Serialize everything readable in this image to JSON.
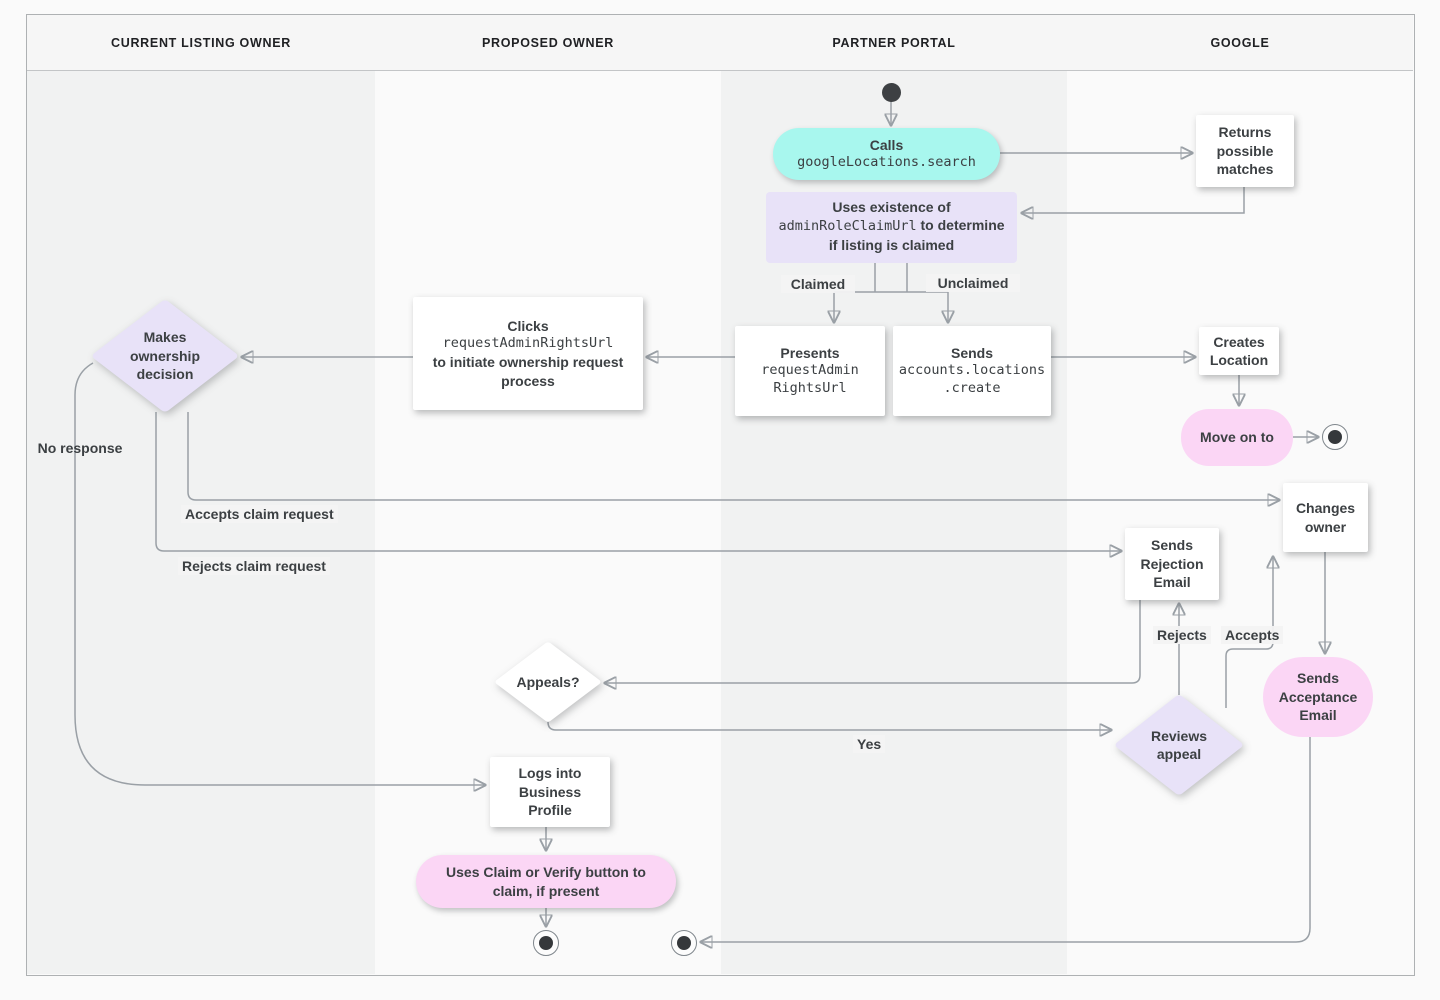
{
  "lanes": [
    {
      "label": "CURRENT LISTING OWNER"
    },
    {
      "label": "PROPOSED OWNER"
    },
    {
      "label": "PARTNER PORTAL"
    },
    {
      "label": "GOOGLE"
    }
  ],
  "nodes": {
    "calls": {
      "label": "Calls",
      "code": "googleLocations.search"
    },
    "returns": {
      "label": "Returns possible matches"
    },
    "uses": {
      "prefix": "Uses existence of",
      "code": "adminRoleClaimUrl",
      "suffix": "to determine if listing is claimed"
    },
    "presents": {
      "label": "Presents",
      "code_lines": [
        "requestAdmin",
        "RightsUrl"
      ]
    },
    "sends_create": {
      "label": "Sends",
      "code_lines": [
        "accounts.locations",
        ".create"
      ]
    },
    "clicks": {
      "label": "Clicks",
      "code": "requestAdminRightsUrl",
      "suffix": "to initiate ownership request process"
    },
    "makes_decision": {
      "label": "Makes ownership decision"
    },
    "creates_location": {
      "label": "Creates Location"
    },
    "move_on": {
      "label": "Move on to"
    },
    "changes_owner": {
      "label": "Changes owner"
    },
    "sends_rejection": {
      "label": "Sends Rejection Email"
    },
    "sends_acceptance": {
      "label": "Sends Acceptance Email"
    },
    "reviews_appeal": {
      "label": "Reviews appeal"
    },
    "appeals": {
      "label": "Appeals?"
    },
    "logs_in": {
      "label": "Logs into Business Profile"
    },
    "claim_verify": {
      "label": "Uses Claim or Verify button to claim, if present"
    }
  },
  "edge_labels": {
    "claimed": "Claimed",
    "unclaimed": "Unclaimed",
    "no_response": "No response",
    "accepts_claim": "Accepts claim request",
    "rejects_claim": "Rejects claim request",
    "rejects": "Rejects",
    "accepts": "Accepts",
    "yes": "Yes"
  },
  "colors": {
    "teal": "#a8f7ee",
    "lavender": "#e8e2f8",
    "pink": "#fbd6f5",
    "node_white": "#ffffff",
    "line": "#9aa0a6",
    "arrow": "#7f868c",
    "text": "#3c4043",
    "lane_dark": "#f1f2f2",
    "lane_light": "#fafafa",
    "header_bg": "#f6f6f6",
    "border": "#c3c5c7"
  }
}
